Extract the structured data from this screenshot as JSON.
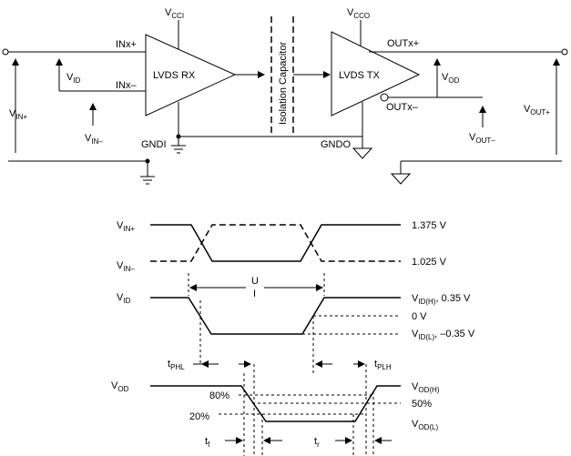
{
  "schematic": {
    "vcci": [
      "V",
      "CCI"
    ],
    "vcco": [
      "V",
      "CCO"
    ],
    "inx_plus": "INx+",
    "inx_minus": "INx–",
    "rx_label": "LVDS RX",
    "tx_label": "LVDS TX",
    "isolation": "Isolation Capacitor",
    "outx_plus": "OUTx+",
    "outx_minus": "OUTx–",
    "vid": [
      "V",
      "ID"
    ],
    "vin_plus": [
      "V",
      "IN+"
    ],
    "vin_minus": [
      "V",
      "IN–"
    ],
    "vod": [
      "V",
      "OD"
    ],
    "vout_minus": [
      "V",
      "OUT–"
    ],
    "vout_plus": [
      "V",
      "OUT+"
    ],
    "gndi": "GNDI",
    "gndo": "GNDO"
  },
  "timing": {
    "vin_plus": [
      "V",
      "IN+"
    ],
    "vin_minus": [
      "V",
      "IN–"
    ],
    "level_1375": "1.375 V",
    "level_1025": "1.025 V",
    "ui_top": "U",
    "ui_bottom": "I",
    "vid": [
      "V",
      "ID"
    ],
    "vid_h": [
      "V",
      "ID(H)",
      ", 0.35 V"
    ],
    "zero_v": "0 V",
    "vid_l": [
      "V",
      "ID(L)",
      ", –0.35 V"
    ],
    "tphl": [
      "t",
      "PHL"
    ],
    "tplh": [
      "t",
      "PLH"
    ],
    "vod": [
      "V",
      "OD"
    ],
    "vod_h": [
      "V",
      "OD(H)"
    ],
    "pct80": "80%",
    "pct50": "50%",
    "pct20": "20%",
    "vod_l": [
      "V",
      "OD(L)"
    ],
    "tf": [
      "t",
      "f"
    ],
    "tr": [
      "t",
      "r"
    ]
  }
}
